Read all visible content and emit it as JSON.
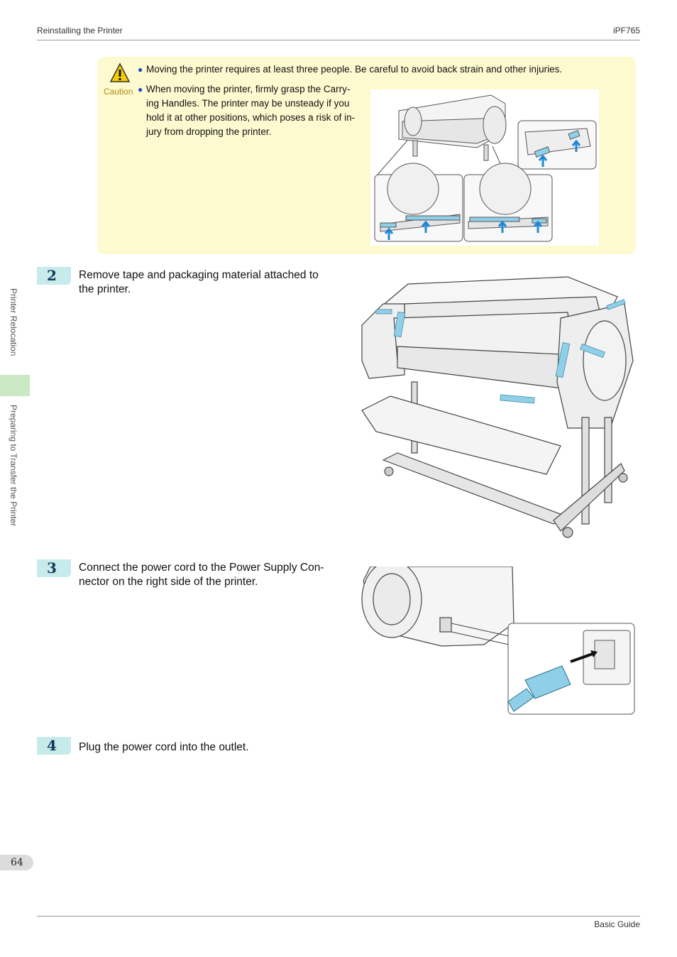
{
  "header": {
    "section": "Reinstalling the Printer",
    "model": "iPF765"
  },
  "caution": {
    "label": "Caution",
    "bullets": [
      "Moving the printer requires at least three people. Be careful to avoid back strain and other injuries.",
      [
        "When moving the printer, firmly grasp the Carry-",
        "ing Handles. The printer may be unsteady if you",
        "hold it at other positions, which poses a risk of in-",
        "jury from dropping the printer."
      ]
    ]
  },
  "sidebar": {
    "chapter": "Printer Relocation",
    "section": "Preparing to Transfer the Printer"
  },
  "steps": [
    {
      "number": "2",
      "lines": [
        "Remove tape and packaging material attached to",
        "the printer."
      ]
    },
    {
      "number": "3",
      "lines": [
        "Connect the power cord to the Power Supply Con-",
        "nector on the right side of the printer."
      ]
    },
    {
      "number": "4",
      "lines": [
        "Plug the power cord into the outlet."
      ]
    }
  ],
  "footer": {
    "page_number": "64",
    "guide": "Basic Guide"
  },
  "colors": {
    "tape": "#8fd0e8",
    "arrow": "#1e88d8",
    "caution_bg": "#fdfad0",
    "step_badge": "#c7eaea"
  }
}
